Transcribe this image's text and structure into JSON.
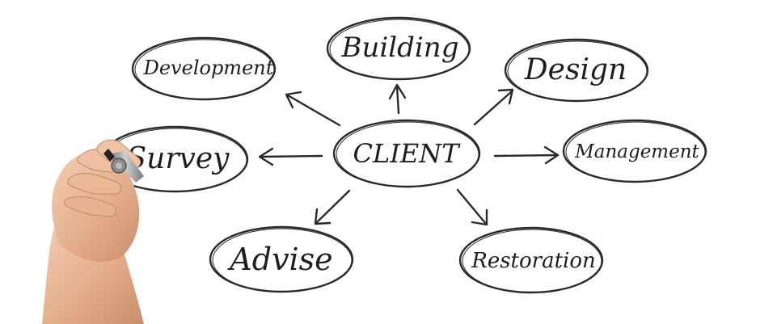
{
  "diagram": {
    "center": {
      "label": "CLIENT"
    },
    "nodes": [
      {
        "id": "development",
        "label": "Development"
      },
      {
        "id": "building",
        "label": "Building"
      },
      {
        "id": "design",
        "label": "Design"
      },
      {
        "id": "survey",
        "label": "Survey"
      },
      {
        "id": "management",
        "label": "Management"
      },
      {
        "id": "advise",
        "label": "Advise"
      },
      {
        "id": "restoration",
        "label": "Restoration"
      }
    ],
    "edges": [
      {
        "from": "client",
        "to": "development"
      },
      {
        "from": "client",
        "to": "building"
      },
      {
        "from": "client",
        "to": "design"
      },
      {
        "from": "client",
        "to": "survey"
      },
      {
        "from": "client",
        "to": "management"
      },
      {
        "from": "client",
        "to": "advise"
      },
      {
        "from": "client",
        "to": "restoration"
      }
    ]
  },
  "colors": {
    "ink": "#2a2a2a",
    "background": "#ffffff",
    "skin": "#e8b594"
  }
}
